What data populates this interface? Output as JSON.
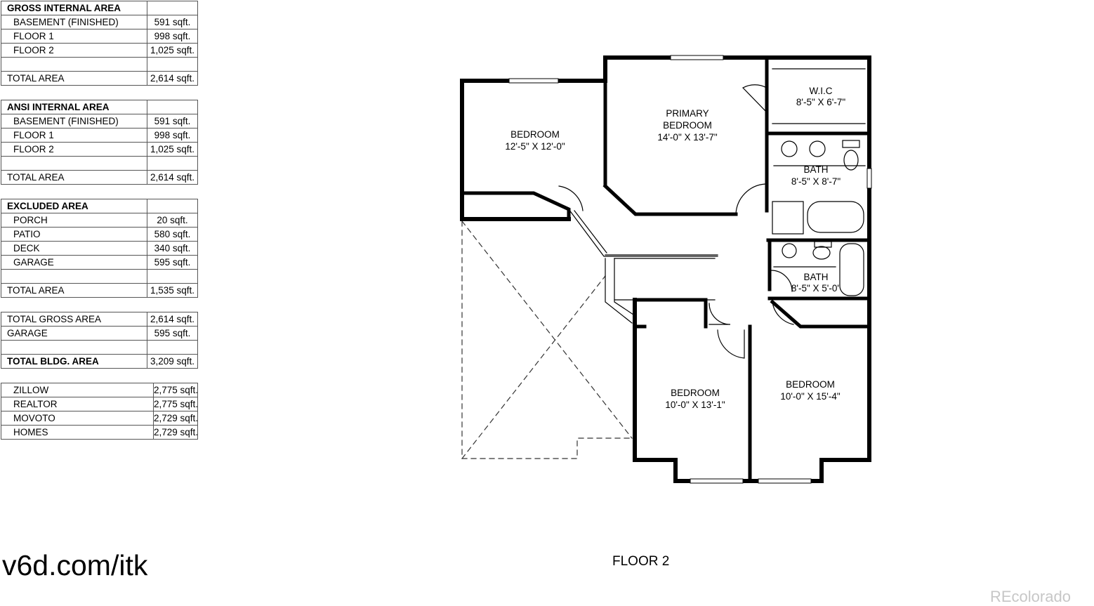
{
  "tables": [
    {
      "header": "GROSS INTERNAL AREA",
      "rows": [
        {
          "label": "BASEMENT (FINISHED)",
          "value": "591 sqft."
        },
        {
          "label": "FLOOR 1",
          "value": "998 sqft."
        },
        {
          "label": "FLOOR 2",
          "value": "1,025 sqft."
        }
      ],
      "total": {
        "label": "TOTAL AREA",
        "value": "2,614 sqft."
      }
    },
    {
      "header": "ANSI INTERNAL AREA",
      "rows": [
        {
          "label": "BASEMENT (FINISHED)",
          "value": "591 sqft."
        },
        {
          "label": "FLOOR 1",
          "value": "998 sqft."
        },
        {
          "label": "FLOOR 2",
          "value": "1,025 sqft."
        }
      ],
      "total": {
        "label": "TOTAL AREA",
        "value": "2,614 sqft."
      }
    },
    {
      "header": "EXCLUDED AREA",
      "rows": [
        {
          "label": "PORCH",
          "value": "20 sqft."
        },
        {
          "label": "PATIO",
          "value": "580 sqft."
        },
        {
          "label": "DECK",
          "value": "340 sqft."
        },
        {
          "label": "GARAGE",
          "value": "595 sqft."
        }
      ],
      "total": {
        "label": "TOTAL AREA",
        "value": "1,535 sqft."
      }
    }
  ],
  "summary": {
    "rows": [
      {
        "label": "TOTAL GROSS AREA",
        "value": "2,614 sqft."
      },
      {
        "label": "GARAGE",
        "value": "595 sqft."
      }
    ],
    "total": {
      "label": "TOTAL BLDG. AREA",
      "value": "3,209 sqft."
    }
  },
  "estimates": [
    {
      "label": "ZILLOW",
      "value": "2,775 sqft."
    },
    {
      "label": "REALTOR",
      "value": "2,775 sqft."
    },
    {
      "label": "MOVOTO",
      "value": "2,729 sqft."
    },
    {
      "label": "HOMES",
      "value": "2,729 sqft."
    }
  ],
  "rooms": {
    "bedroom_1": {
      "name": "BEDROOM",
      "size": "12'-5\" X 12'-0\""
    },
    "primary": {
      "name_1": "PRIMARY",
      "name_2": "BEDROOM",
      "size": "14'-0\" X 13'-7\""
    },
    "wic": {
      "name": "W.I.C",
      "size": "8'-5\" X 6'-7\""
    },
    "bath_1": {
      "name": "BATH",
      "size": "8'-5\" X 8'-7\""
    },
    "bath_2": {
      "name": "BATH",
      "size": "8'-5\" X 5'-0\""
    },
    "bedroom_2": {
      "name": "BEDROOM",
      "size": "10'-0\" X 13'-1\""
    },
    "bedroom_3": {
      "name": "BEDROOM",
      "size": "10'-0\" X 15'-4\""
    }
  },
  "url": "v6d.com/itk",
  "floor_title": "FLOOR 2",
  "watermark": "REcolorado"
}
